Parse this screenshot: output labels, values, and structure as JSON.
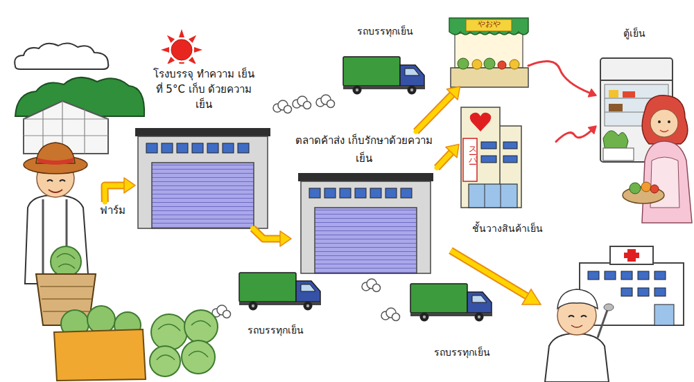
{
  "diagram": {
    "nodes": [
      {
        "text": [
          "ฟาร์ม"
        ]
      },
      {
        "text": [
          "โรงบรรจุ ทำความ เย็นที่ 5°C เก็บ ด้วยความเย็น"
        ]
      },
      {
        "text": [
          "ตลาดค้าส่ง เก็บรักษาด้วยความเย็น"
        ]
      },
      {
        "text": [
          "やおや"
        ]
      },
      {
        "text": [
          "スーパー",
          "ชั้นวางสินค้าเย็น"
        ]
      },
      {
        "text": [
          "ตู้เย็น"
        ]
      }
    ],
    "edges": [
      {
        "from": 0,
        "to": 1,
        "arrow": "to"
      },
      {
        "from": 1,
        "to": 2,
        "arrow": "to"
      },
      {
        "from": 2,
        "to": 3,
        "arrow": "to"
      },
      {
        "from": 2,
        "to": 4,
        "arrow": "to"
      },
      {
        "from": 3,
        "to": 5,
        "arrow": "to"
      },
      {
        "from": 4,
        "to": 5,
        "arrow": "to"
      }
    ],
    "labels": [
      "รถบรรทุกเย็น",
      "รถบรรทุกเย็น",
      "รถบรรทุกเย็น"
    ]
  }
}
